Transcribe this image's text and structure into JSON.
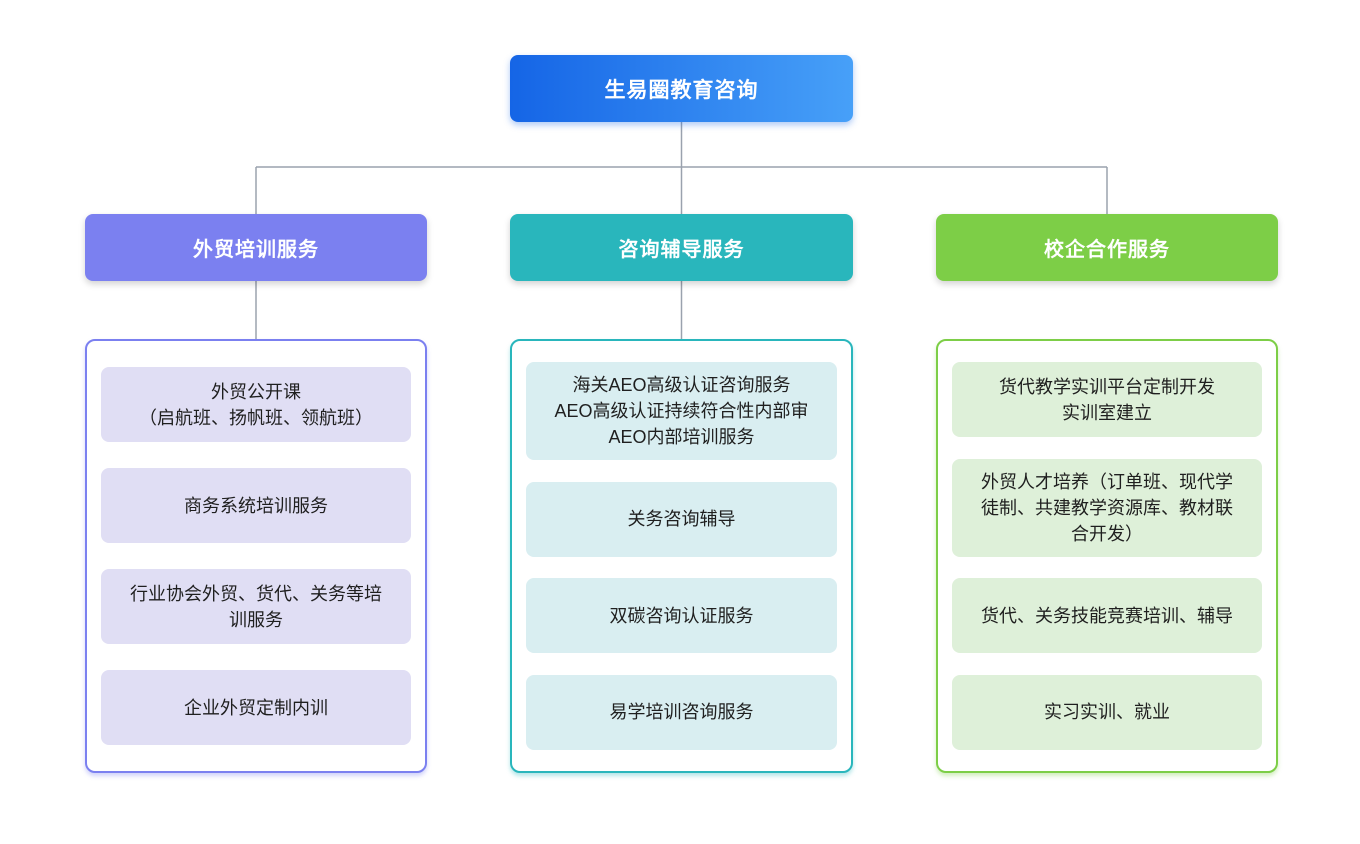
{
  "root": {
    "label": "生易圈教育咨询"
  },
  "colors": {
    "root_gradient_start": "#1565e6",
    "root_gradient_end": "#47a0f8",
    "branch_1_accent": "#7b80f0",
    "branch_1_item_bg": "#e0def4",
    "branch_2_accent": "#29b6bc",
    "branch_2_item_bg": "#d9eef1",
    "branch_3_accent": "#7dce47",
    "branch_3_item_bg": "#def0d9",
    "connector": "#9aa2ae"
  },
  "branches": [
    {
      "label": "外贸培训服务",
      "items": [
        "外贸公开课\n（启航班、扬帆班、领航班）",
        "商务系统培训服务",
        "行业协会外贸、货代、关务等培训服务",
        "企业外贸定制内训"
      ]
    },
    {
      "label": "咨询辅导服务",
      "items": [
        "海关AEO高级认证咨询服务\nAEO高级认证持续符合性内部审\nAEO内部培训服务",
        "关务咨询辅导",
        "双碳咨询认证服务",
        "易学培训咨询服务"
      ]
    },
    {
      "label": "校企合作服务",
      "items": [
        "货代教学实训平台定制开发\n实训室建立",
        "外贸人才培养（订单班、现代学徒制、共建教学资源库、教材联合开发）",
        "货代、关务技能竞赛培训、辅导",
        "实习实训、就业"
      ]
    }
  ]
}
